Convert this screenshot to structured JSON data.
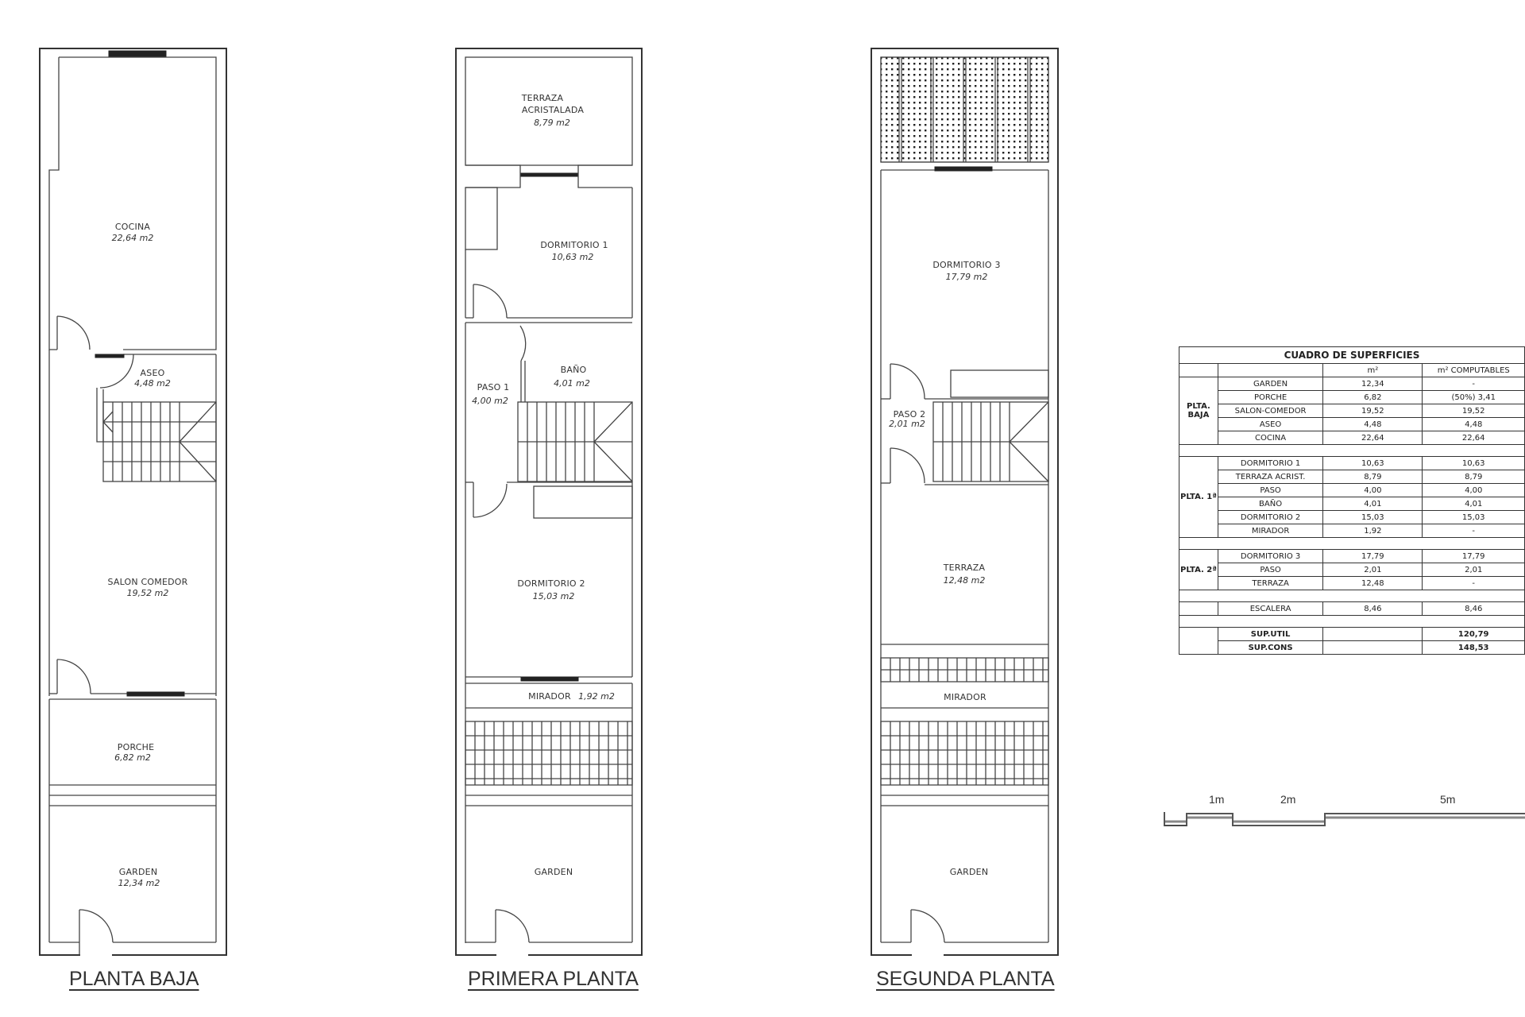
{
  "plans": [
    {
      "caption": "PLANTA BAJA",
      "rooms": {
        "cocina": {
          "name": "COCINA",
          "area": "22,64 m2"
        },
        "aseo": {
          "name": "ASEO",
          "area": "4,48 m2"
        },
        "salon": {
          "name": "SALON COMEDOR",
          "area": "19,52 m2"
        },
        "porche": {
          "name": "PORCHE",
          "area": "6,82 m2"
        },
        "garden": {
          "name": "GARDEN",
          "area": "12,34 m2"
        }
      }
    },
    {
      "caption": "PRIMERA PLANTA",
      "rooms": {
        "terraza_1": {
          "name": "TERRAZA",
          "name2": "ACRISTALADA",
          "area": "8,79 m2"
        },
        "dormitorio1": {
          "name": "DORMITORIO 1",
          "area": "10,63 m2"
        },
        "paso1": {
          "name": "PASO 1",
          "area": "4,00 m2"
        },
        "bano": {
          "name": "BAÑO",
          "area": "4,01 m2"
        },
        "dormitorio2": {
          "name": "DORMITORIO 2",
          "area": "15,03 m2"
        },
        "mirador": {
          "name": "MIRADOR",
          "area": "1,92 m2"
        },
        "garden": {
          "name": "GARDEN"
        }
      }
    },
    {
      "caption": "SEGUNDA PLANTA",
      "rooms": {
        "dormitorio3": {
          "name": "DORMITORIO 3",
          "area": "17,79 m2"
        },
        "paso2": {
          "name": "PASO 2",
          "area": "2,01 m2"
        },
        "terraza": {
          "name": "TERRAZA",
          "area": "12,48 m2"
        },
        "mirador": {
          "name": "MIRADOR"
        },
        "garden": {
          "name": "GARDEN"
        }
      }
    }
  ],
  "table": {
    "title": "CUADRO DE SUPERFICIES",
    "headers": {
      "m2": "m²",
      "computables": "m² COMPUTABLES"
    },
    "groups": {
      "baja": {
        "label1": "PLTA.",
        "label2": "BAJA",
        "rows": [
          {
            "name": "GARDEN",
            "m2": "12,34",
            "comp": "-"
          },
          {
            "name": "PORCHE",
            "m2": "6,82",
            "comp": "(50%) 3,41"
          },
          {
            "name": "SALON-COMEDOR",
            "m2": "19,52",
            "comp": "19,52"
          },
          {
            "name": "ASEO",
            "m2": "4,48",
            "comp": "4,48"
          },
          {
            "name": "COCINA",
            "m2": "22,64",
            "comp": "22,64"
          }
        ]
      },
      "primera": {
        "label": "PLTA. 1ª",
        "rows": [
          {
            "name": "DORMITORIO 1",
            "m2": "10,63",
            "comp": "10,63"
          },
          {
            "name": "TERRAZA ACRIST.",
            "m2": "8,79",
            "comp": "8,79"
          },
          {
            "name": "PASO",
            "m2": "4,00",
            "comp": "4,00"
          },
          {
            "name": "BAÑO",
            "m2": "4,01",
            "comp": "4,01"
          },
          {
            "name": "DORMITORIO 2",
            "m2": "15,03",
            "comp": "15,03"
          },
          {
            "name": "MIRADOR",
            "m2": "1,92",
            "comp": "-"
          }
        ]
      },
      "segunda": {
        "label": "PLTA. 2ª",
        "rows": [
          {
            "name": "DORMITORIO 3",
            "m2": "17,79",
            "comp": "17,79"
          },
          {
            "name": "PASO",
            "m2": "2,01",
            "comp": "2,01"
          },
          {
            "name": "TERRAZA",
            "m2": "12,48",
            "comp": "-"
          }
        ]
      }
    },
    "escalera": {
      "name": "ESCALERA",
      "m2": "8,46",
      "comp": "8,46"
    },
    "totals": [
      {
        "name": "SUP.UTIL",
        "m2": "",
        "comp": "120,79"
      },
      {
        "name": "SUP.CONS",
        "m2": "",
        "comp": "148,53"
      }
    ]
  },
  "scale_bar": {
    "labels": [
      "1m",
      "2m",
      "5m"
    ]
  }
}
